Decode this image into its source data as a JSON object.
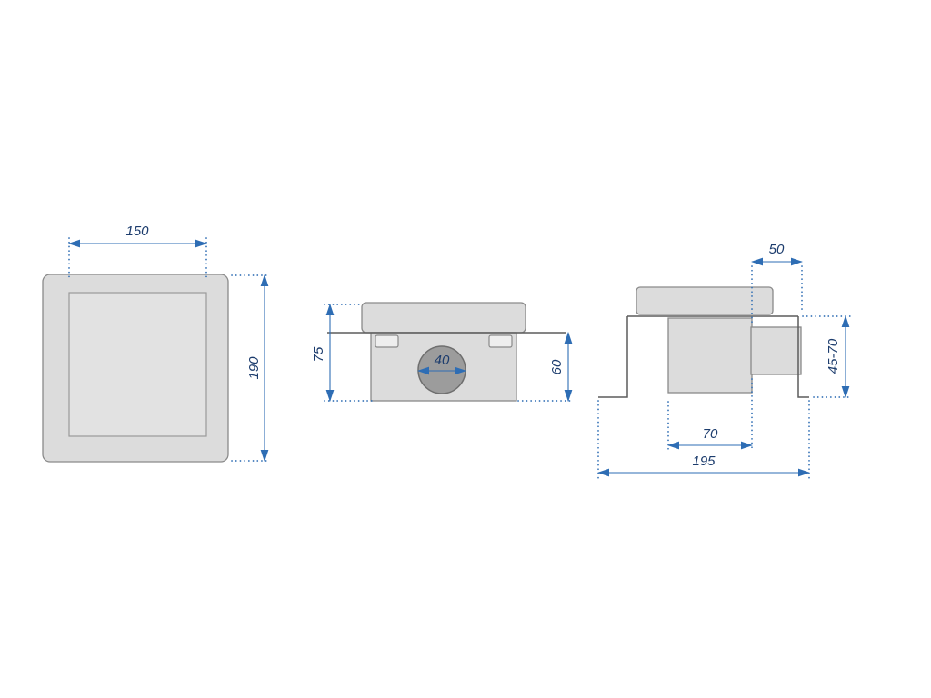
{
  "drawing": {
    "type": "technical-dimension-drawing",
    "subject": "square floor drain, three orthographic views",
    "views": {
      "top_view": {
        "grate_width": "150",
        "overall_height": "190"
      },
      "front_view": {
        "total_height": "75",
        "outlet_diameter": "40",
        "trap_height": "60"
      },
      "side_view": {
        "outlet_length": "50",
        "adjustable_height": "45-70",
        "body_width": "70",
        "total_length": "195"
      }
    },
    "colors": {
      "background": "#ffffff",
      "dimension_line": "#2e6db4",
      "dimension_label": "#1c3c6d",
      "part_fill": "#dcdcdc",
      "part_outline": "#8a8a8a",
      "edge_line": "#5c5c5c",
      "drain_fill": "#9c9c9c"
    }
  }
}
